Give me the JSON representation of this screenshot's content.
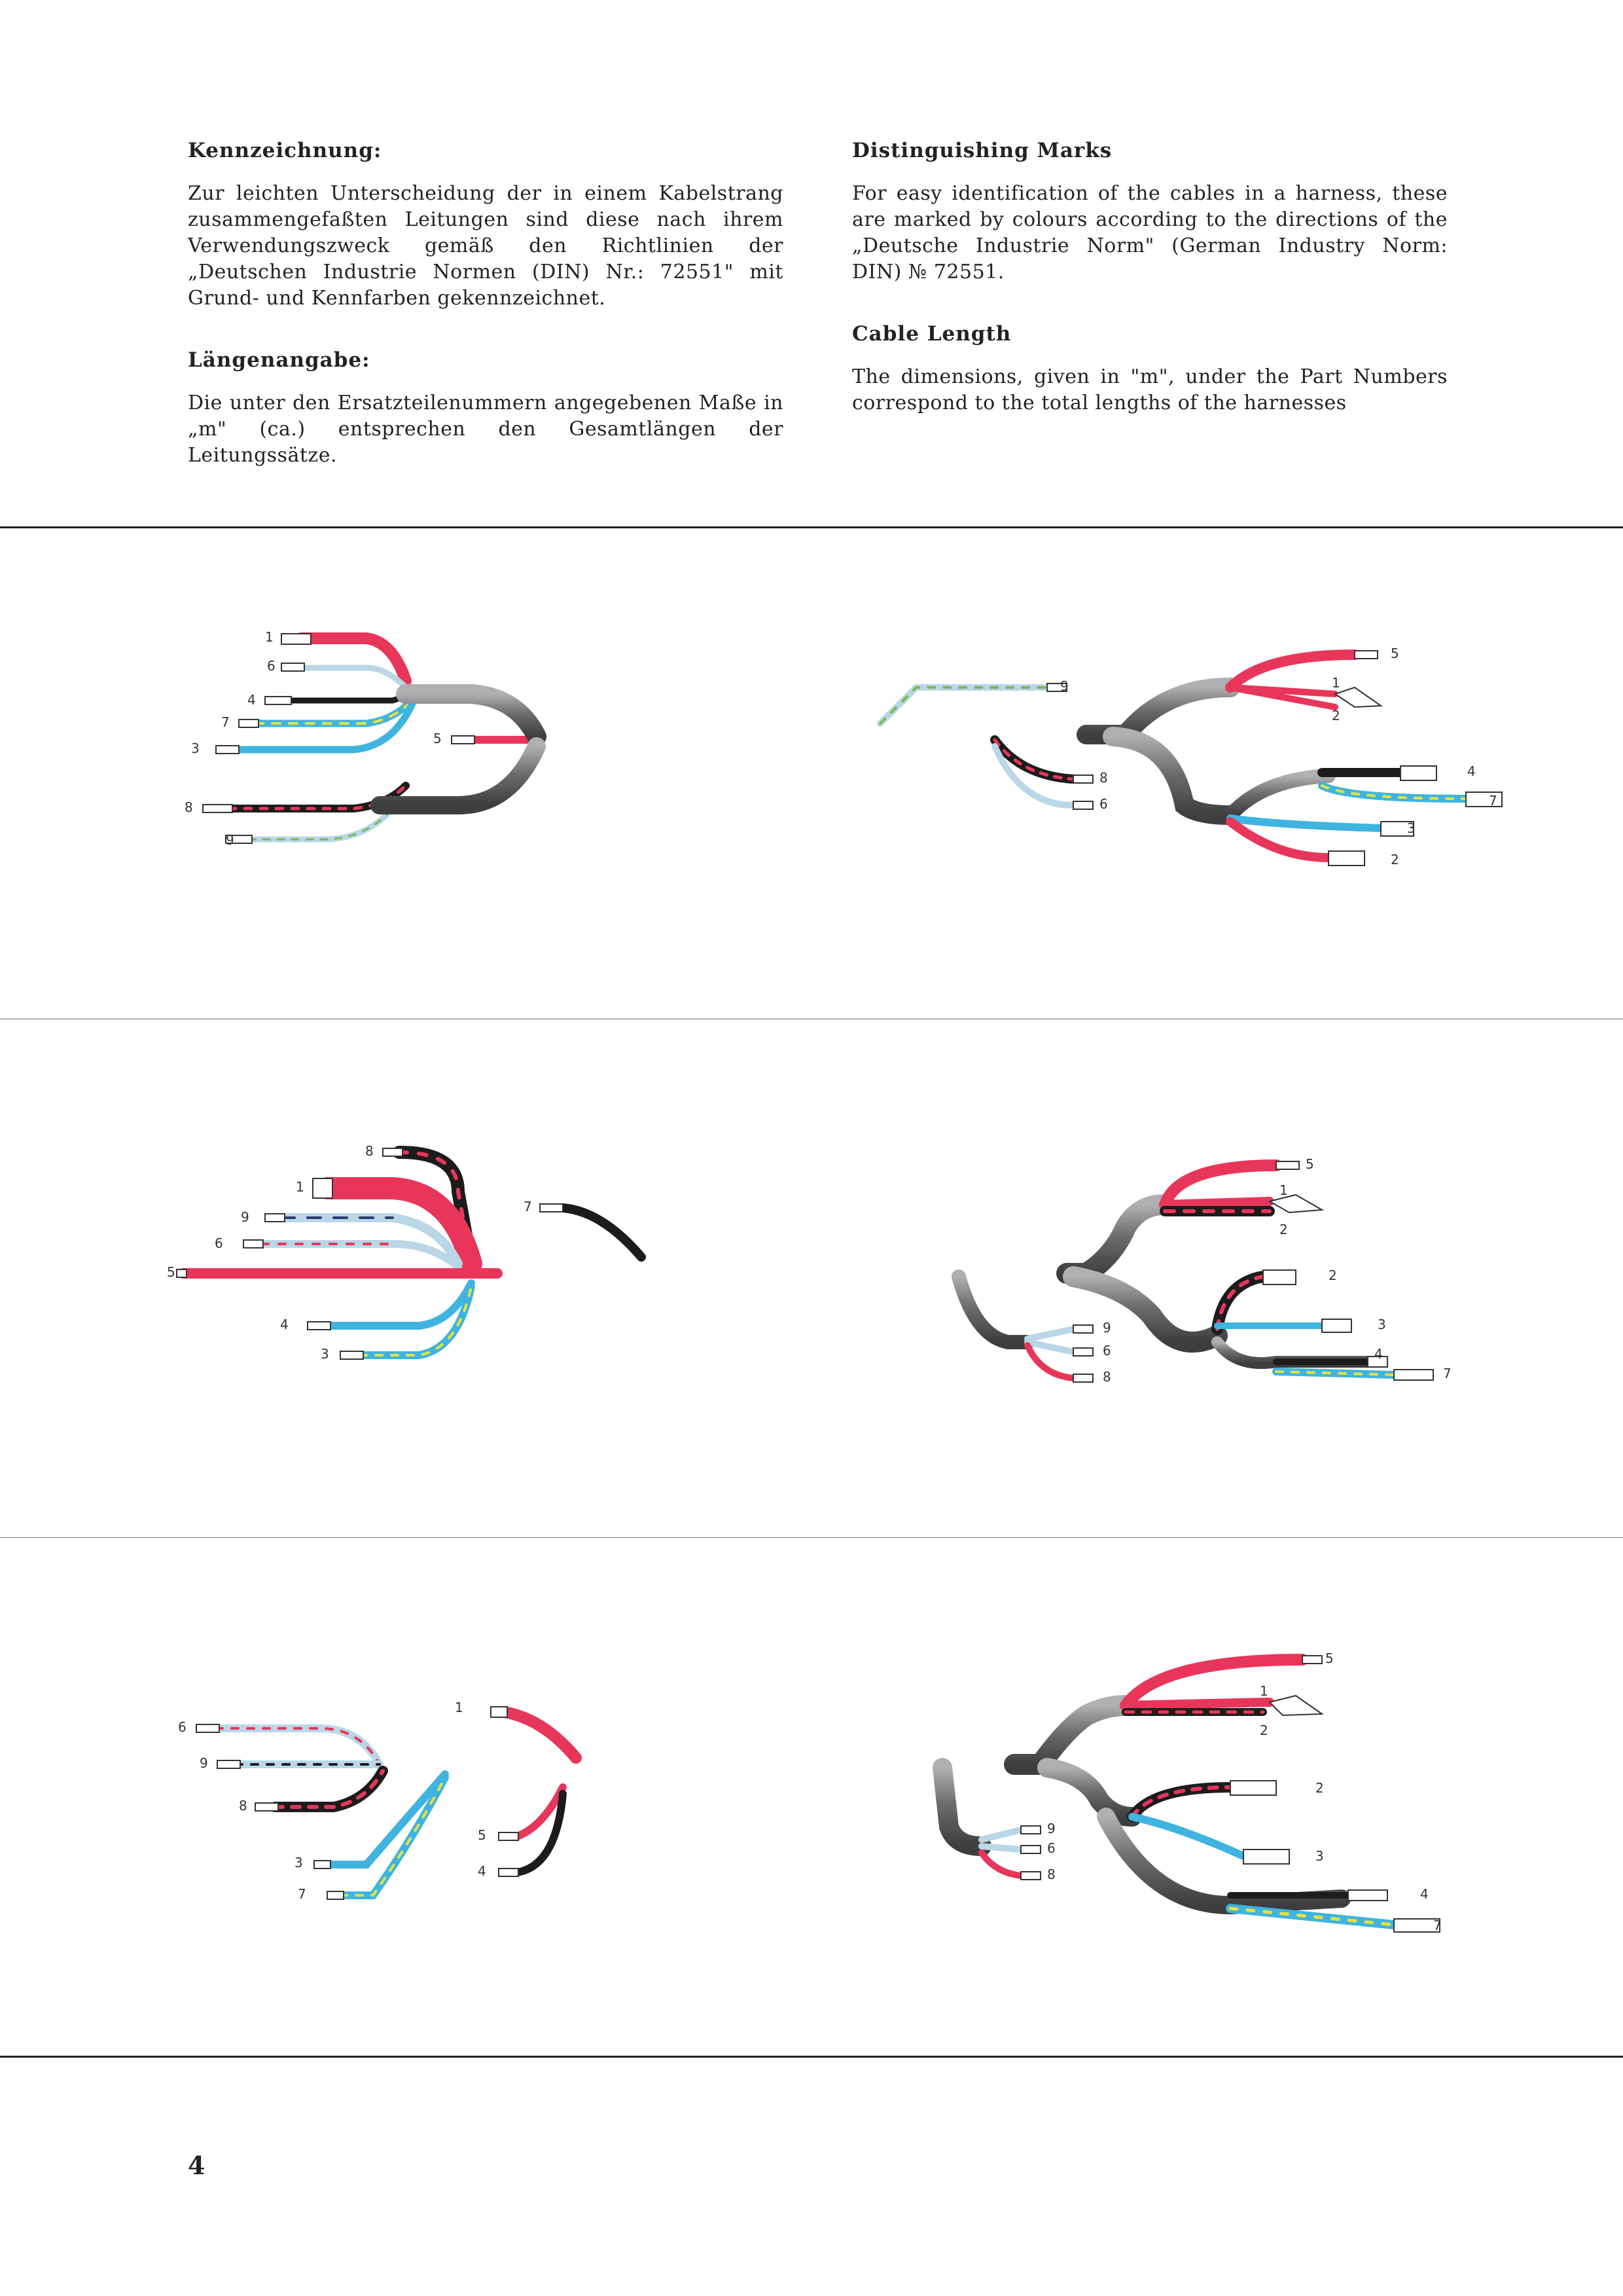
{
  "left_column": {
    "heading_1": "Kennzeichnung:",
    "para_1": "Zur leichten Unterscheidung der in einem Kabelstrang zusammengefaßten Leitungen sind diese nach ihrem Verwendungszweck gemäß den Richtlinien der „Deutschen Industrie Normen (DIN) Nr.: 72551\" mit Grund- und Kennfarben gekennzeichnet.",
    "heading_2": "Längenangabe:",
    "para_2": "Die unter den Ersatzteilenummern angegebenen Maße in „m\" (ca.) entsprechen den Gesamtlängen der Leitungssätze."
  },
  "right_column": {
    "heading_1": "Distinguishing Marks",
    "para_1": "For easy identification of the cables in a harness, these are marked by colours according to the directions of the „Deutsche Industrie Norm\" (German Industry Norm: DIN) № 72551.",
    "heading_2": "Cable Length",
    "para_2": "The dimensions, given in \"m\", under the Part Numbers correspond to the total lengths of the harnesses"
  },
  "diagram_1": {
    "labels": [
      "1",
      "6",
      "4",
      "7",
      "3",
      "8",
      "9",
      "5",
      "9",
      "8",
      "6",
      "5",
      "1",
      "2",
      "4",
      "7",
      "3",
      "2"
    ]
  },
  "diagram_2": {
    "labels": [
      "8",
      "1",
      "9",
      "6",
      "5",
      "4",
      "3",
      "7",
      "9",
      "6",
      "8",
      "5",
      "1",
      "2",
      "2",
      "3",
      "4",
      "7"
    ]
  },
  "diagram_3": {
    "labels": [
      "6",
      "9",
      "8",
      "3",
      "7",
      "1",
      "5",
      "4",
      "9",
      "6",
      "8",
      "5",
      "1",
      "2",
      "2",
      "3",
      "4",
      "7"
    ]
  },
  "page_number": "4",
  "colors": {
    "harness": "#7d7d7f",
    "red": "#e8365a",
    "blue": "#3fb4e0",
    "black": "#1c1c1c",
    "yellow": "#e8e040",
    "green": "#7db84f",
    "lightblue": "#b9d7e6"
  }
}
